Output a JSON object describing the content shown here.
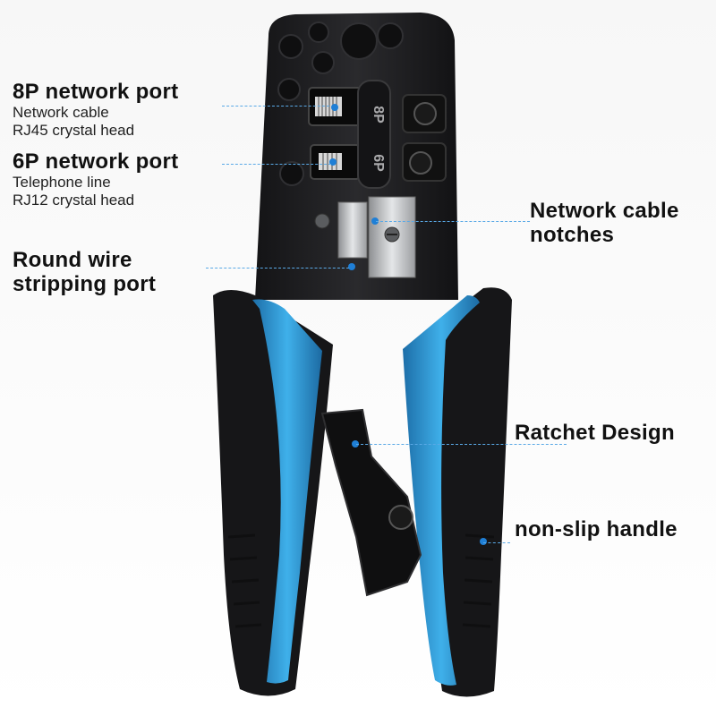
{
  "colors": {
    "accent_blue": "#2f9ad8",
    "body_black": "#1c1c1e",
    "leader_line": "#5aa9e6"
  },
  "callouts": {
    "p8": {
      "title": "8P network port",
      "lines": [
        "Network cable",
        "RJ45 crystal head"
      ]
    },
    "p6": {
      "title": "6P network port",
      "lines": [
        "Telephone line",
        "RJ12 crystal head"
      ]
    },
    "round": {
      "lines": [
        "Round wire",
        "stripping port"
      ]
    },
    "notches": {
      "lines": [
        "Network cable",
        "notches"
      ]
    },
    "ratchet": {
      "title": "Ratchet Design"
    },
    "handle": {
      "title": "non-slip handle"
    }
  },
  "die_labels": {
    "p8": "8P",
    "p6": "6P"
  }
}
